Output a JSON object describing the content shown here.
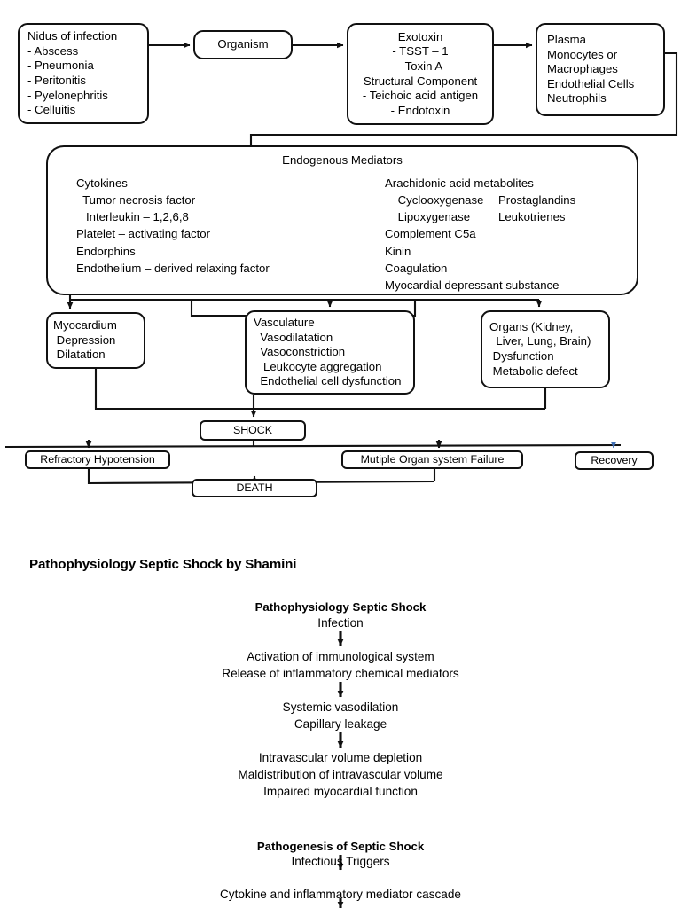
{
  "diagram": {
    "nidus": {
      "title": "Nidus of infection",
      "items": [
        "- Abscess",
        "- Pneumonia",
        "- Peritonitis",
        "- Pyelonephritis",
        "- Celluitis"
      ]
    },
    "organism": {
      "label": "Organism"
    },
    "exotoxin": {
      "title": "Exotoxin",
      "items": [
        "- TSST – 1",
        "- Toxin A",
        "Structural Component",
        "- Teichoic acid antigen",
        "- Endotoxin"
      ]
    },
    "plasma": {
      "items": [
        "Plasma",
        "Monocytes or",
        "Macrophages",
        "Endothelial Cells",
        "Neutrophils"
      ]
    },
    "mediators": {
      "title": "Endogenous Mediators",
      "left": [
        "Cytokines",
        "  Tumor necrosis factor",
        "   Interleukin – 1,2,6,8",
        "Platelet – activating factor",
        "Endorphins",
        "Endothelium – derived relaxing factor"
      ],
      "right_header": "Arachidonic acid metabolites",
      "right_pairs": [
        {
          "enzyme": "    Cyclooxygenase",
          "product": "Prostaglandins"
        },
        {
          "enzyme": "    Lipoxygenase",
          "product": "Leukotrienes"
        }
      ],
      "right_rest": [
        "Complement C5a",
        "Kinin",
        "Coagulation",
        "Myocardial depressant substance"
      ]
    },
    "myocardium": {
      "items": [
        "Myocardium",
        " Depression",
        " Dilatation"
      ]
    },
    "vasculature": {
      "items": [
        "Vasculature",
        "  Vasodilatation",
        "  Vasoconstriction",
        "   Leukocyte aggregation",
        "  Endothelial cell dysfunction"
      ]
    },
    "organs": {
      "items": [
        "Organs (Kidney,",
        "  Liver, Lung, Brain)",
        " Dysfunction",
        " Metabolic defect"
      ]
    },
    "shock": {
      "label": "SHOCK"
    },
    "refractory": {
      "label": "Refractory Hypotension"
    },
    "mosf": {
      "label": "Mutiple Organ system Failure"
    },
    "recovery": {
      "label": "Recovery"
    },
    "death": {
      "label": "DEATH"
    }
  },
  "section_title": "Pathophysiology Septic Shock by Shamini",
  "flow2": {
    "heading": "Pathophysiology Septic Shock",
    "steps": [
      "Infection",
      "Activation of immunological system",
      "Release of inflammatory chemical mediators",
      "Systemic vasodilation",
      "Capillary leakage",
      "Intravascular volume depletion",
      "Maldistribution of intravascular volume",
      "Impaired myocardial function"
    ]
  },
  "flow3": {
    "heading": "Pathogenesis of Septic Shock",
    "steps": [
      "Infectious Triggers",
      "Cytokine and inflammatory mediator cascade"
    ]
  },
  "colors": {
    "stroke": "#111111",
    "background": "#ffffff",
    "recovery_arrow": "#3f6fb5"
  }
}
